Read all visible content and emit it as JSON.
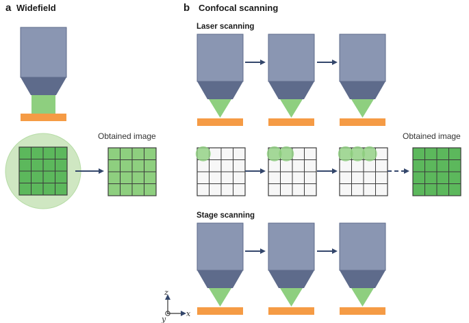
{
  "panels": {
    "a": {
      "letter": "a",
      "title": "Widefield"
    },
    "b": {
      "letter": "b",
      "title": "Confocal scanning"
    }
  },
  "labels": {
    "laser_scanning": "Laser scanning",
    "stage_scanning": "Stage scanning",
    "obtained_image_a": "Obtained image",
    "obtained_image_b": "Obtained image"
  },
  "axes": {
    "z": "z",
    "x": "x",
    "y": "y"
  },
  "colors": {
    "objective_body": "#8a96b2",
    "objective_tip": "#5e6b8b",
    "light_green": "#8ecf7f",
    "dark_green": "#5cb85c",
    "field_green": "#cfe7c2",
    "sample_orange": "#f59b45",
    "arrow_navy": "#33466b",
    "grid_line": "#3a3a3a"
  }
}
